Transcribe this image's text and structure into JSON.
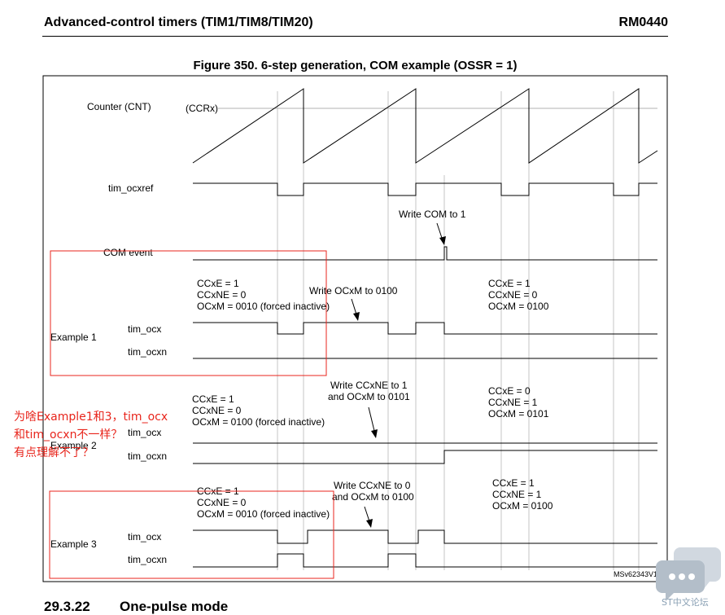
{
  "header": {
    "left_title": "Advanced-control timers (TIM1/TIM8/TIM20)",
    "right_title": "RM0440"
  },
  "figure": {
    "title": "Figure 350. 6-step generation, COM example (OSSR = 1)",
    "signals": {
      "counter": "Counter (CNT)",
      "ccrx": "(CCRx)",
      "ocxref": "tim_ocxref",
      "com_event": "COM event"
    },
    "annotations": {
      "write_com": "Write COM to 1",
      "ex1_write": "Write OCxM to 0100",
      "ex2_write_line1": "Write CCxNE to 1",
      "ex2_write_line2": "and OCxM to 0101",
      "ex3_write_line1": "Write CCxNE to 0",
      "ex3_write_line2": "and OCxM to 0100"
    },
    "examples": [
      {
        "label": "Example 1",
        "ocx": "tim_ocx",
        "ocxn": "tim_ocxn",
        "before": [
          "CCxE = 1",
          "CCxNE = 0",
          "OCxM = 0010 (forced inactive)"
        ],
        "after": [
          "CCxE = 1",
          "CCxNE = 0",
          "OCxM = 0100"
        ]
      },
      {
        "label": "Example 2",
        "ocx": "tim_ocx",
        "ocxn": "tim_ocxn",
        "before": [
          "CCxE = 1",
          "CCxNE = 0",
          "OCxM = 0100 (forced inactive)"
        ],
        "after": [
          "CCxE = 0",
          "CCxNE = 1",
          "OCxM = 0101"
        ]
      },
      {
        "label": "Example 3",
        "ocx": "tim_ocx",
        "ocxn": "tim_ocxn",
        "before": [
          "CCxE = 1",
          "CCxNE = 0",
          "OCxM = 0010 (forced inactive)"
        ],
        "after": [
          "CCxE = 1",
          "CCxNE = 1",
          "OCxM = 0100"
        ]
      }
    ],
    "code": "MSv62343V1"
  },
  "overlay_question": [
    "为啥Example1和3，tim_ocx",
    "和tim_ocxn不一样？",
    "有点理解不了？"
  ],
  "section": {
    "number": "29.3.22",
    "title": "One-pulse mode"
  },
  "watermark": {
    "label": "ST中文论坛",
    "icon": "chat-bubble-icon"
  },
  "colors": {
    "overlay_red": "#e8251c",
    "guide_gray": "#c0c0c0"
  }
}
